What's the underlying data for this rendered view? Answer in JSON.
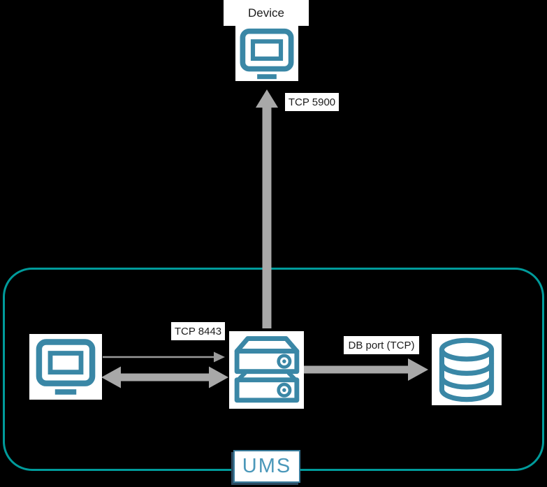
{
  "labels": {
    "device": "Device",
    "tcp_5900": "TCP 5900",
    "tcp_8443": "TCP 8443",
    "db_port": "DB port (TCP)",
    "ums": "UMS"
  },
  "icons": {
    "device": "monitor-icon",
    "admin_console": "monitor-icon",
    "ums_server": "server-icon",
    "database": "database-icon"
  },
  "colors": {
    "background": "#000000",
    "icon-blue": "#3a87a6",
    "ums-border": "#009b9b",
    "ums-label-border": "#3a7c9c",
    "ums-label-text": "#4b98ba",
    "ums-label-shadow": "#2c4a60",
    "arrow-gray": "#a8a8a8",
    "arrow-gray-thin": "#9a9a9a",
    "label-bg": "#ffffff",
    "label-text": "#1c1c1c"
  }
}
